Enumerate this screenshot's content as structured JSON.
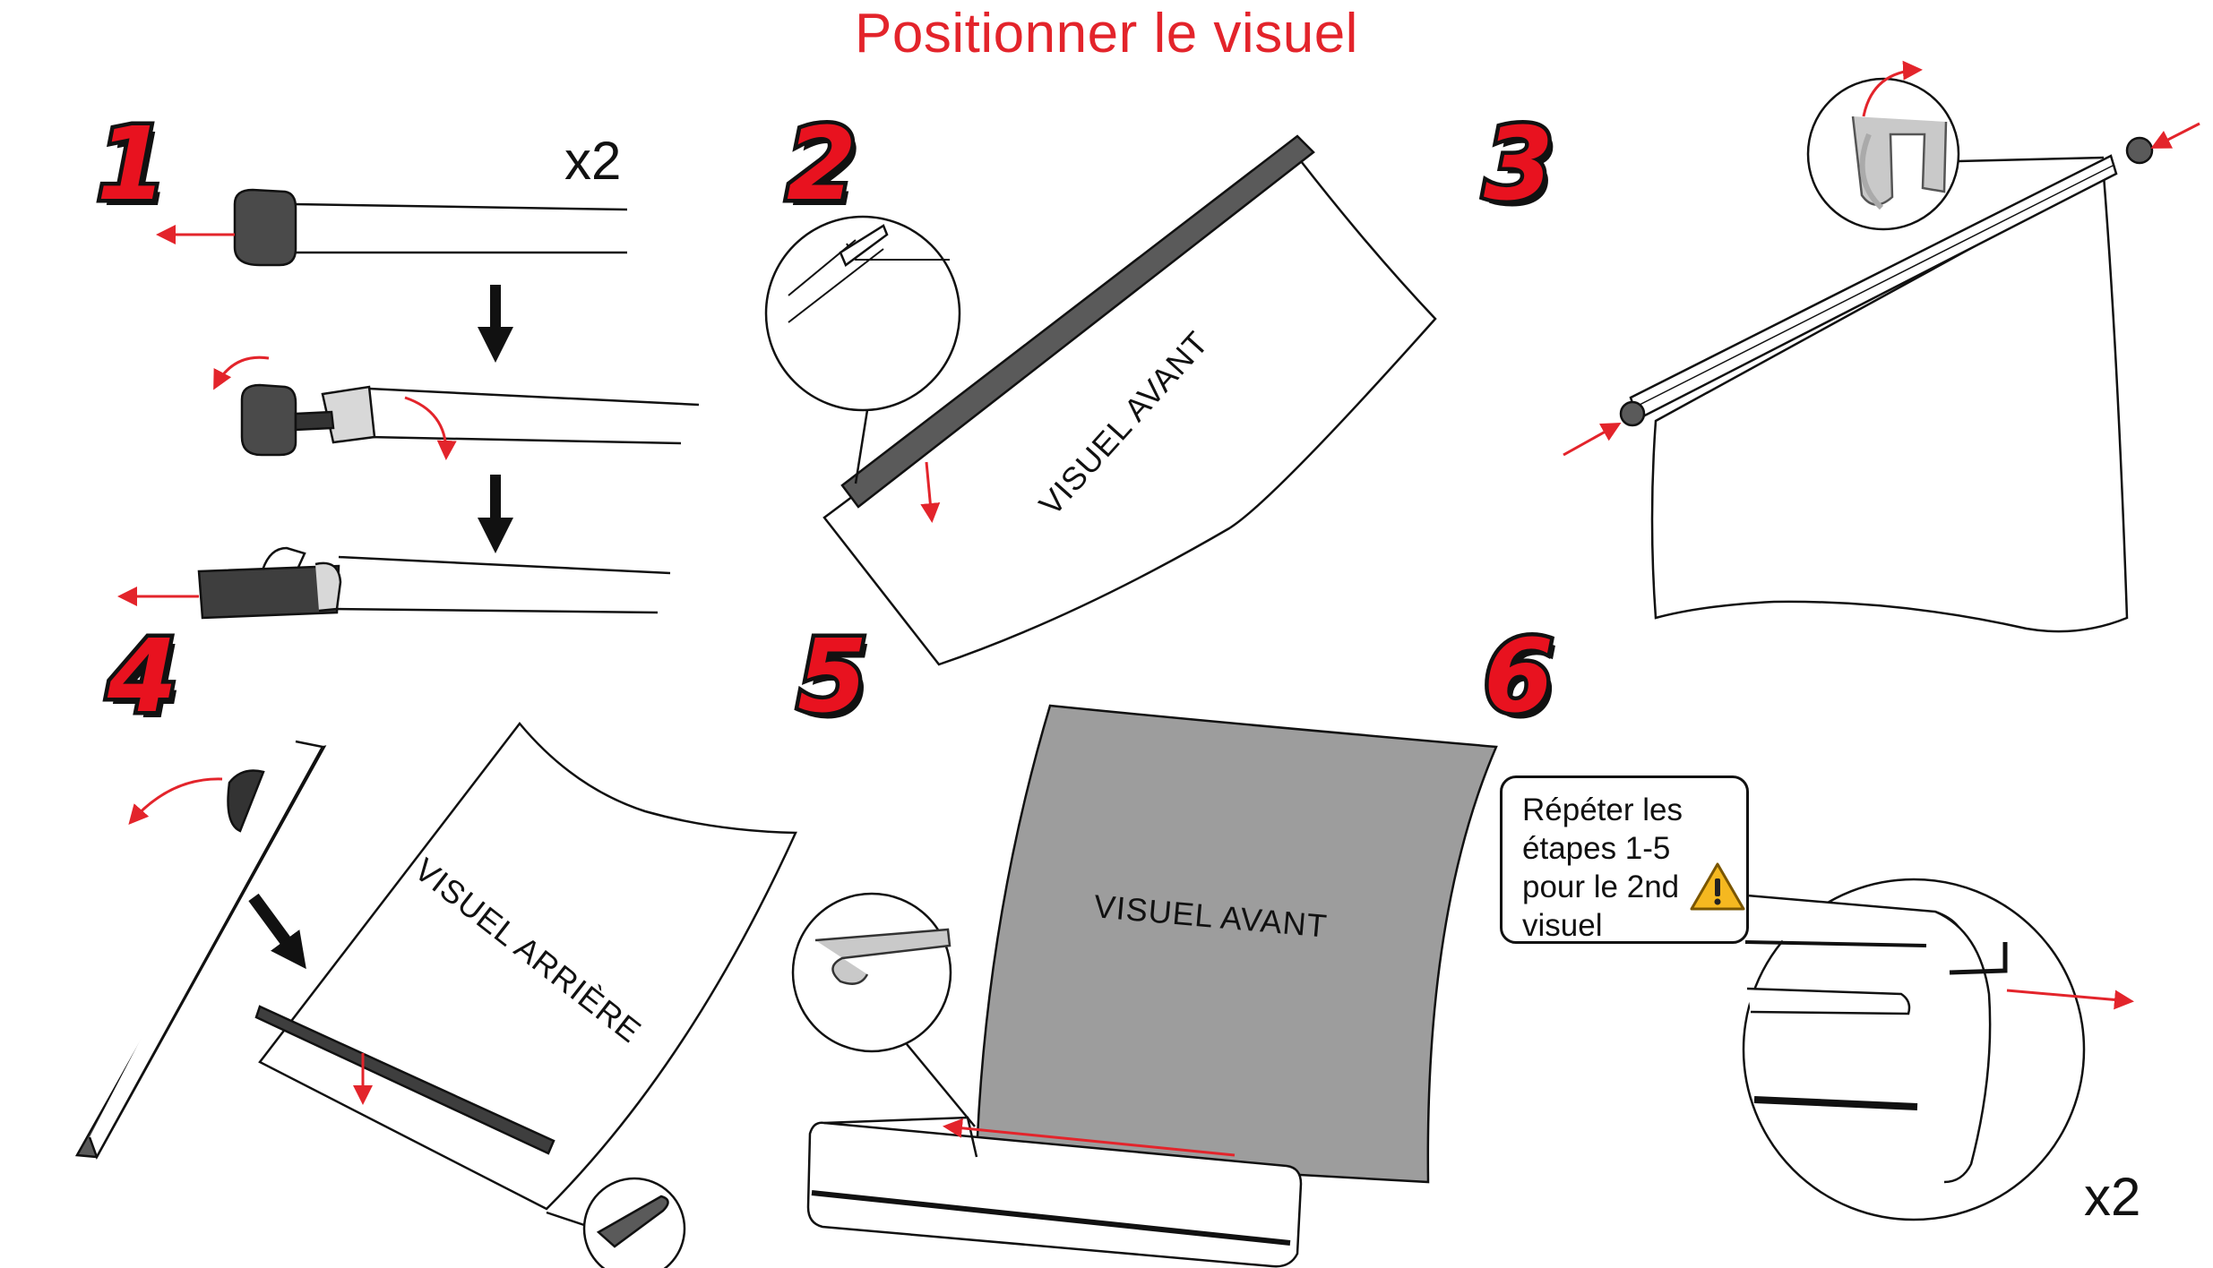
{
  "title": "Positionner le visuel",
  "steps": [
    "1",
    "2",
    "3",
    "4",
    "5",
    "6"
  ],
  "quantities": {
    "step1": "x2",
    "step6": "x2"
  },
  "labels": {
    "visuel_avant_step2": "VISUEL AVANT",
    "visuel_arriere_step4": "VISUEL ARRIÈRE",
    "visuel_avant_step5": "VISUEL AVANT"
  },
  "note": {
    "lines": [
      "Répéter les",
      "étapes 1-5",
      "pour le 2nd",
      "visuel"
    ],
    "icon": "warning-icon"
  },
  "colors": {
    "accent": "#e3242b",
    "step_fill": "#e8121f",
    "outline": "#111111",
    "panel_gray": "#9d9d9d",
    "bar_gray": "#555555"
  }
}
